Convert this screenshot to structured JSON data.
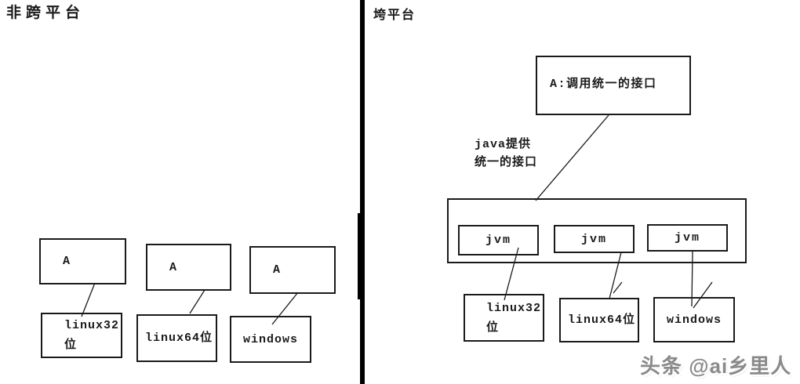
{
  "left_panel": {
    "title": "非跨平台",
    "a_boxes": [
      "A",
      "A",
      "A"
    ],
    "platform_boxes": [
      "linux32位",
      "linux64位",
      "windows"
    ]
  },
  "right_panel": {
    "title": "垮平台",
    "api_box_label": "A:调用统一的接口",
    "annotation": {
      "line1": "java提供",
      "line2": "统一的接口"
    },
    "jvm_boxes": [
      "jvm",
      "jvm",
      "jvm"
    ],
    "platform_boxes": [
      "linux32位",
      "linux64位",
      "windows"
    ]
  },
  "watermark": {
    "text": "头条 @ai乡里人",
    "color": "#8a8a8a"
  },
  "colors": {
    "line": "#1a1a1a",
    "background": "#ffffff"
  }
}
